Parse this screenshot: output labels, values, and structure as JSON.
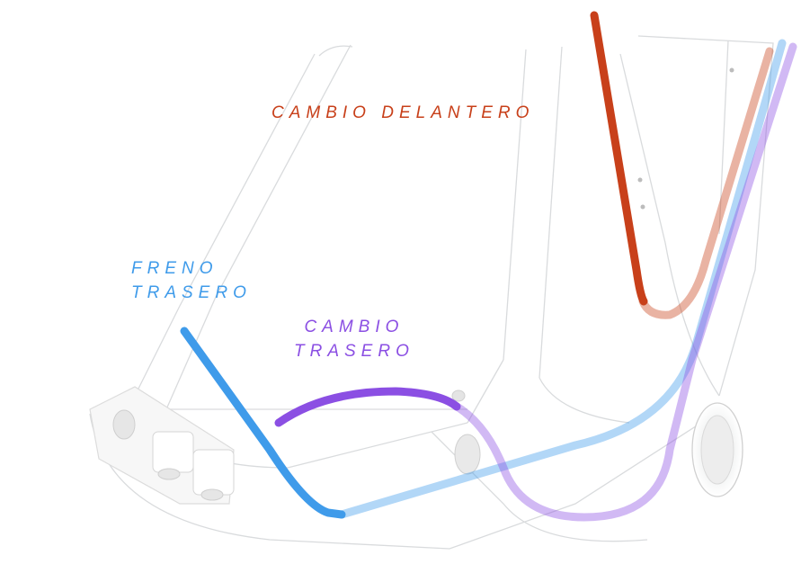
{
  "labels": {
    "front_derailleur": {
      "text": "CAMBIO DELANTERO"
    },
    "rear_brake": {
      "line1": "FRENO",
      "line2": "TRASERO"
    },
    "rear_derailleur": {
      "line1": "CAMBIO",
      "line2": "TRASERO"
    }
  },
  "colors": {
    "front_derailleur": "#c8401a",
    "rear_brake": "#3f9bea",
    "rear_derailleur": "#8b4fe3",
    "frame_line": "#d8dadc",
    "frame_fill": "#ffffff"
  }
}
